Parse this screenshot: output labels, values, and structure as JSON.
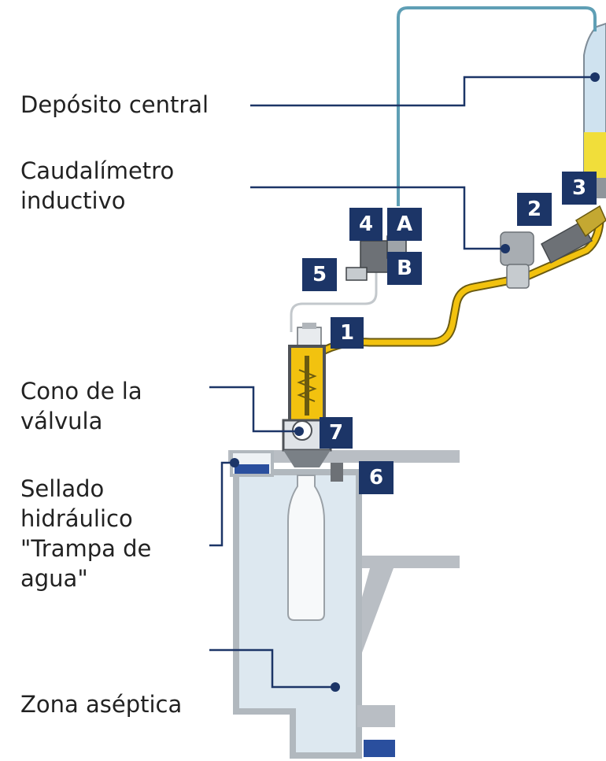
{
  "labels": {
    "central_tank": "Depósito central",
    "flowmeter": "Caudalímetro\ninductivo",
    "valve_cone": "Cono de la\nválvula",
    "hydraulic_seal": "Sellado\nhidráulico\n\"Trampa de\nagua\"",
    "aseptic_zone": "Zona aséptica"
  },
  "badges": {
    "b1": "1",
    "b2": "2",
    "b3": "3",
    "b4": "4",
    "b5": "5",
    "b6": "6",
    "b7": "7",
    "bA": "A",
    "bB": "B"
  },
  "colors": {
    "badge": "#1c3567",
    "pipe": "#f2c20f",
    "water": "#2a4f9e",
    "frame": "#b9bec4",
    "chamber": "#dde8f0"
  }
}
